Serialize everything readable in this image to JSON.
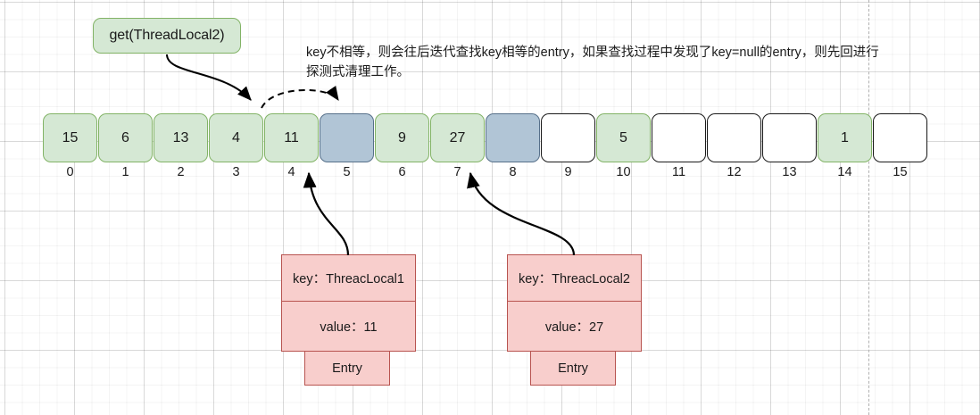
{
  "diagram": {
    "callout": {
      "label": "get(ThreadLocal2)"
    },
    "annotation": {
      "text": "key不相等，则会往后迭代查找key相等的entry，如果查找过程中发现了key=null的entry，则先回进行探测式清理工作。"
    },
    "array": {
      "cells": [
        {
          "index": "0",
          "value": "15",
          "state": "green"
        },
        {
          "index": "1",
          "value": "6",
          "state": "green"
        },
        {
          "index": "2",
          "value": "13",
          "state": "green"
        },
        {
          "index": "3",
          "value": "4",
          "state": "green"
        },
        {
          "index": "4",
          "value": "11",
          "state": "green"
        },
        {
          "index": "5",
          "value": "",
          "state": "blue"
        },
        {
          "index": "6",
          "value": "9",
          "state": "green"
        },
        {
          "index": "7",
          "value": "27",
          "state": "green"
        },
        {
          "index": "8",
          "value": "",
          "state": "blue"
        },
        {
          "index": "9",
          "value": "",
          "state": "white"
        },
        {
          "index": "10",
          "value": "5",
          "state": "green"
        },
        {
          "index": "11",
          "value": "",
          "state": "white"
        },
        {
          "index": "12",
          "value": "",
          "state": "white"
        },
        {
          "index": "13",
          "value": "",
          "state": "white"
        },
        {
          "index": "14",
          "value": "1",
          "state": "green"
        },
        {
          "index": "15",
          "value": "",
          "state": "white"
        }
      ]
    },
    "entries": [
      {
        "key": "key：ThreacLocal1",
        "value": "value：11",
        "label": "Entry",
        "points_to_index": "4"
      },
      {
        "key": "key：ThreacLocal2",
        "value": "value：27",
        "label": "Entry",
        "points_to_index": "7"
      }
    ],
    "colors": {
      "green_fill": "#d5e8d4",
      "green_stroke": "#82b366",
      "blue_fill": "#b1c5d6",
      "blue_stroke": "#56708a",
      "red_fill": "#f8cecc",
      "red_stroke": "#b85450",
      "arrow": "#000000"
    }
  }
}
